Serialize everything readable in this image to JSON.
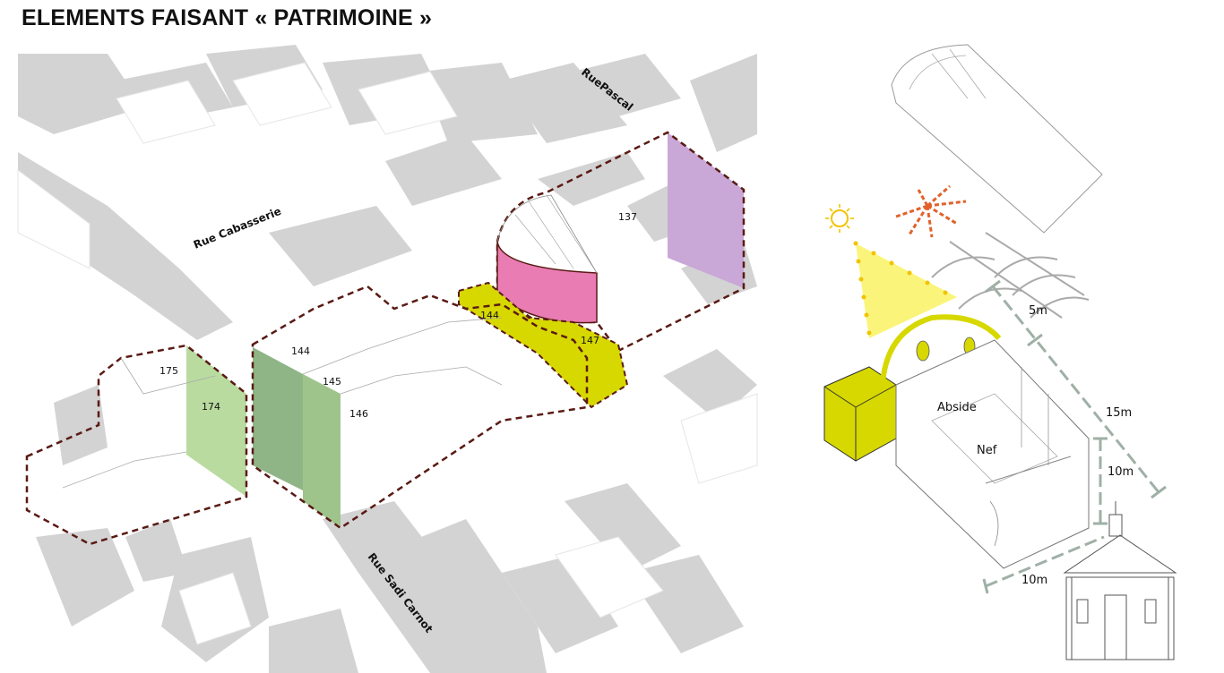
{
  "title": "ELEMENTS FAISANT « PATRIMOINE »",
  "streets": {
    "rue_pascal": "RuePascal",
    "rue_cabasserie": "Rue Cabasserie",
    "rue_sadi_carnot": "Rue Sadi Carnot"
  },
  "parcels": {
    "p137": "137",
    "p144a": "144",
    "p144b": "144",
    "p145": "145",
    "p146": "146",
    "p147": "147",
    "p174": "174",
    "p175": "175"
  },
  "church": {
    "abside": "Abside",
    "nef": "Nef",
    "dim_5m": "5m",
    "dim_15m": "15m",
    "dim_10m_height": "10m",
    "dim_10m_width": "10m"
  },
  "colors": {
    "dashed_outline": "#5a1a14",
    "shadow_gray": "#d2d2d2",
    "purple": "#c9a8d8",
    "pink": "#e87cb3",
    "yellow": "#d6d800",
    "green": "#b9dba0",
    "dark_green": "#8fb586",
    "light_yellow": "#faf57a",
    "orange": "#e0622a",
    "dimension_line": "#9fb0a6"
  }
}
